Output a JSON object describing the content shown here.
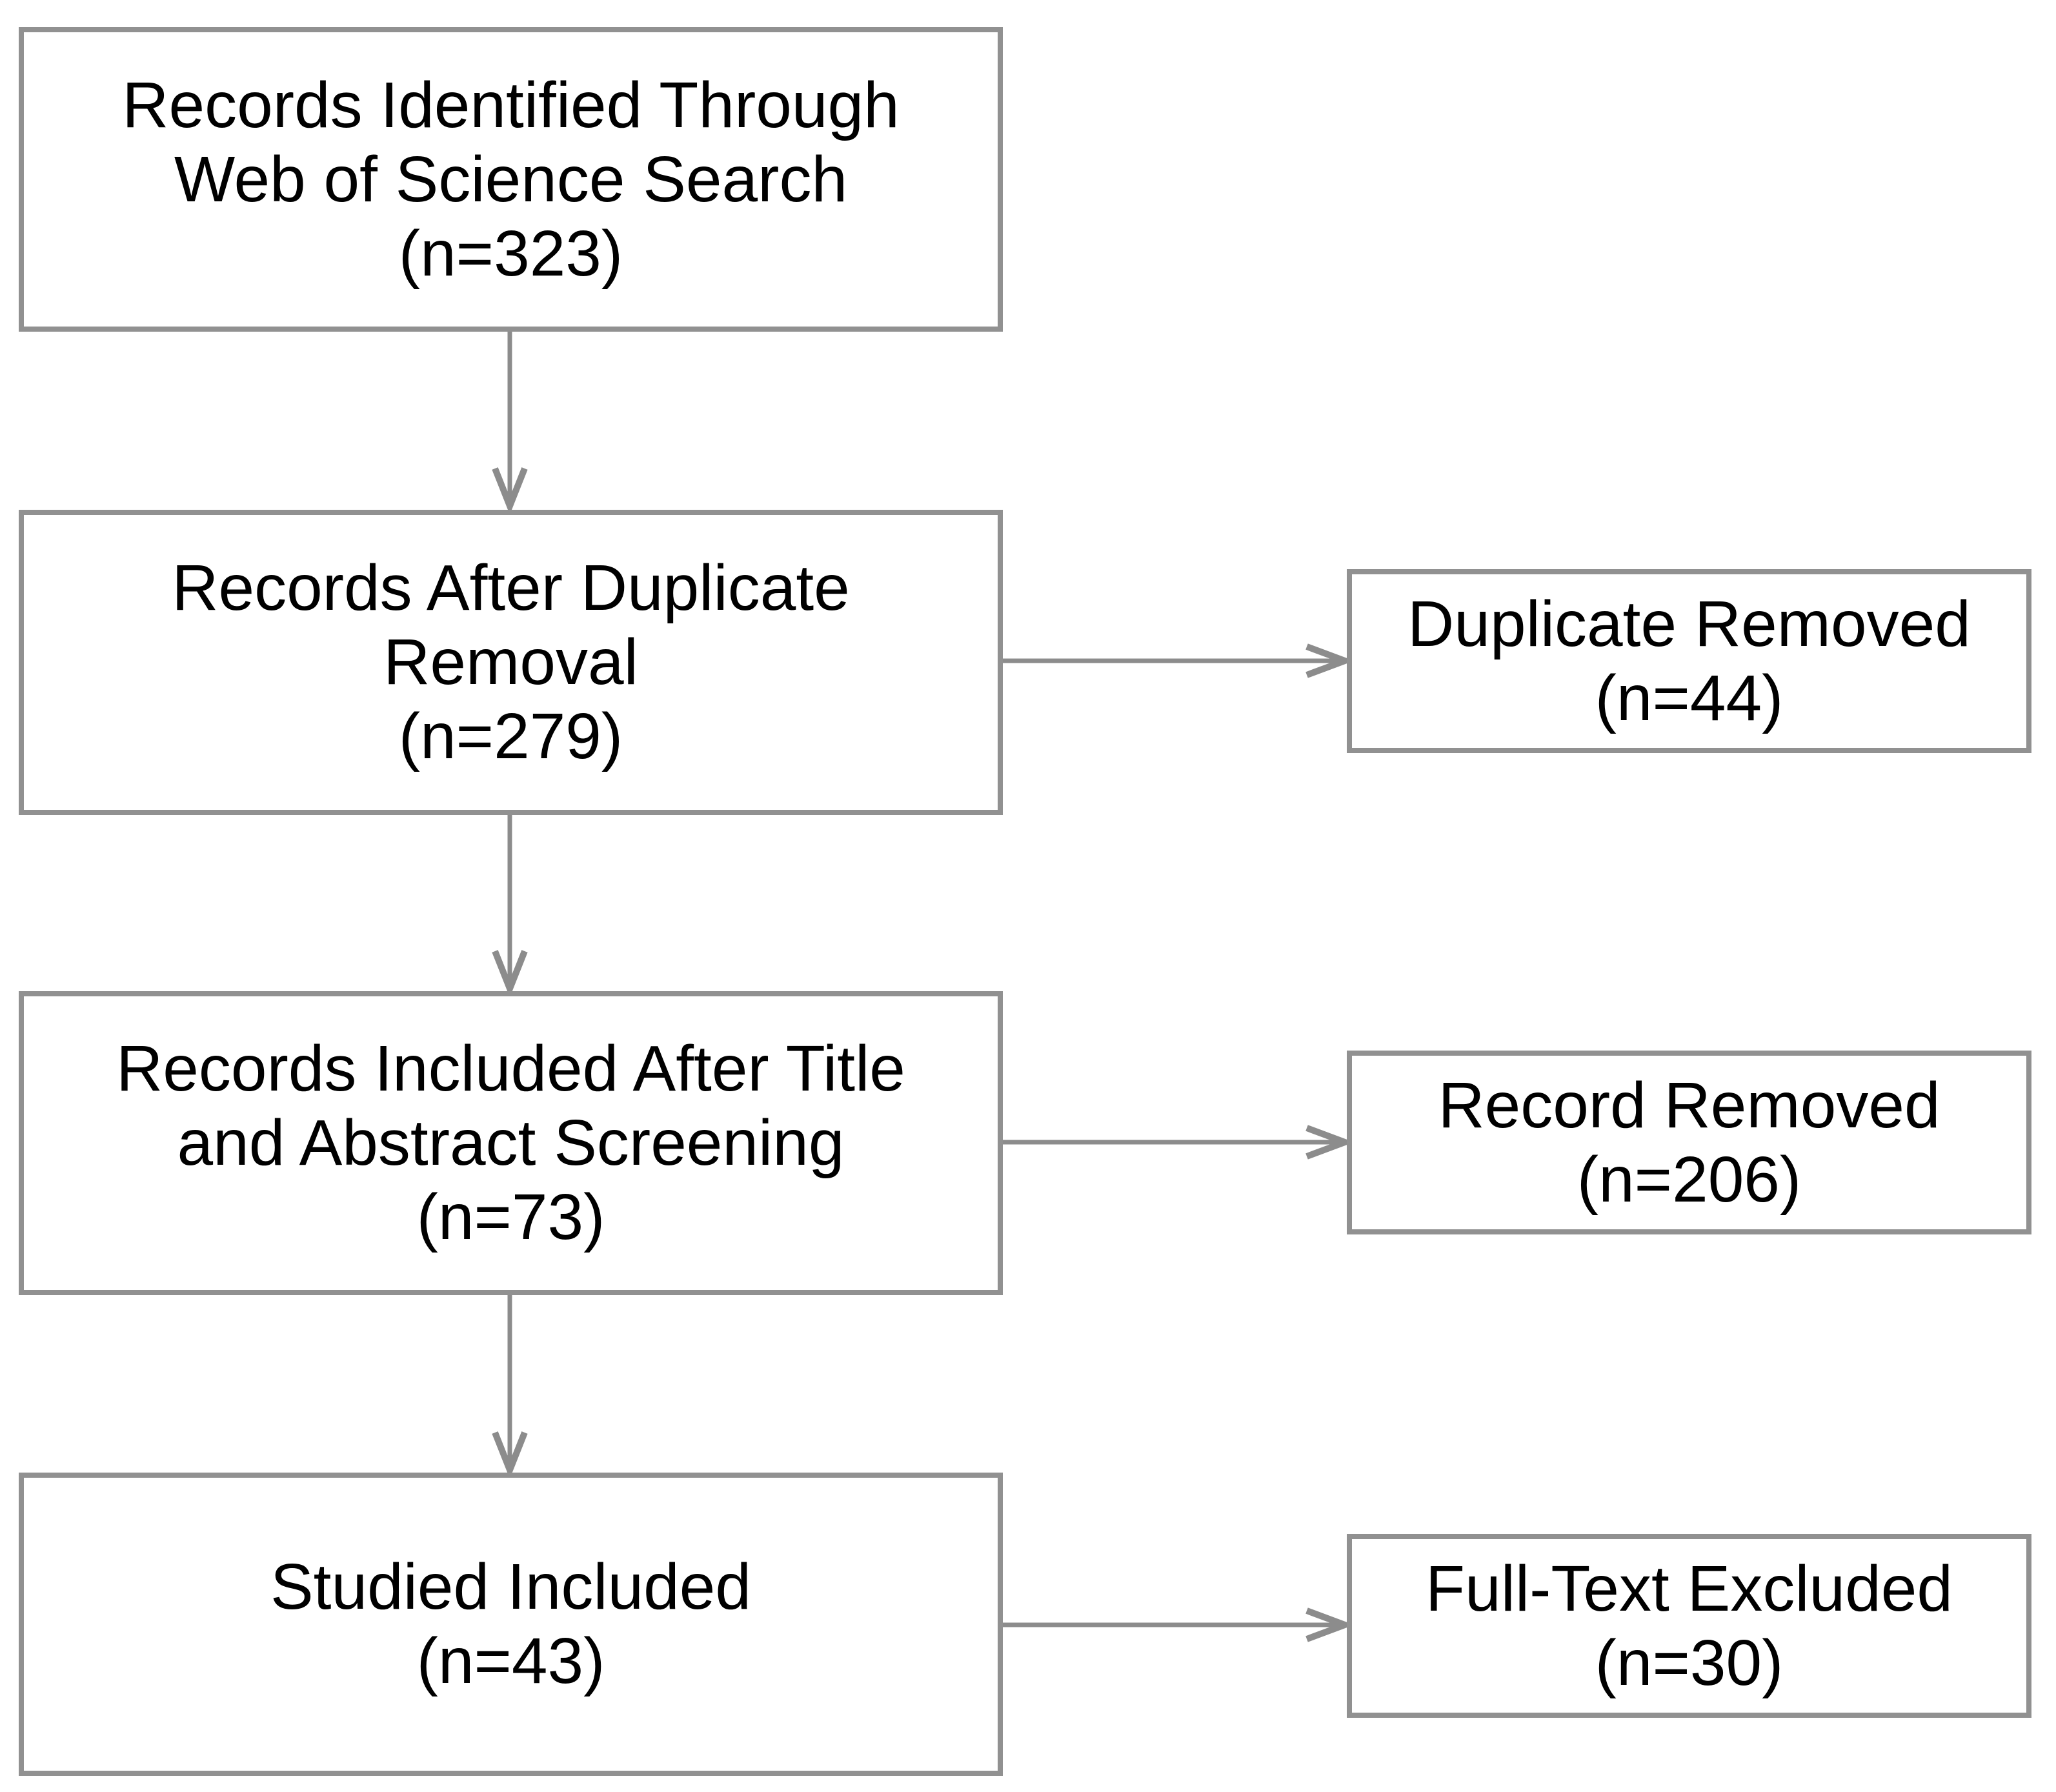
{
  "diagram": {
    "type": "flowchart",
    "colors": {
      "background": "#ffffff",
      "box_border": "#919191",
      "arrow": "#8c8c8c",
      "text": "#000000"
    },
    "main_flow": [
      {
        "lines": [
          "Records Identified Through",
          "Web of Science Search",
          "(n=323)"
        ],
        "n": 323
      },
      {
        "lines": [
          "Records After Duplicate",
          "Removal",
          "(n=279)"
        ],
        "n": 279
      },
      {
        "lines": [
          "Records Included After Title",
          "and Abstract Screening",
          "(n=73)"
        ],
        "n": 73
      },
      {
        "lines": [
          "Studied Included",
          "(n=43)"
        ],
        "n": 43
      }
    ],
    "side_flow": [
      {
        "lines": [
          "Duplicate Removed",
          "(n=44)"
        ],
        "n": 44
      },
      {
        "lines": [
          "Record Removed",
          "(n=206)"
        ],
        "n": 206
      },
      {
        "lines": [
          "Full-Text Excluded",
          "(n=30)"
        ],
        "n": 30
      }
    ]
  }
}
